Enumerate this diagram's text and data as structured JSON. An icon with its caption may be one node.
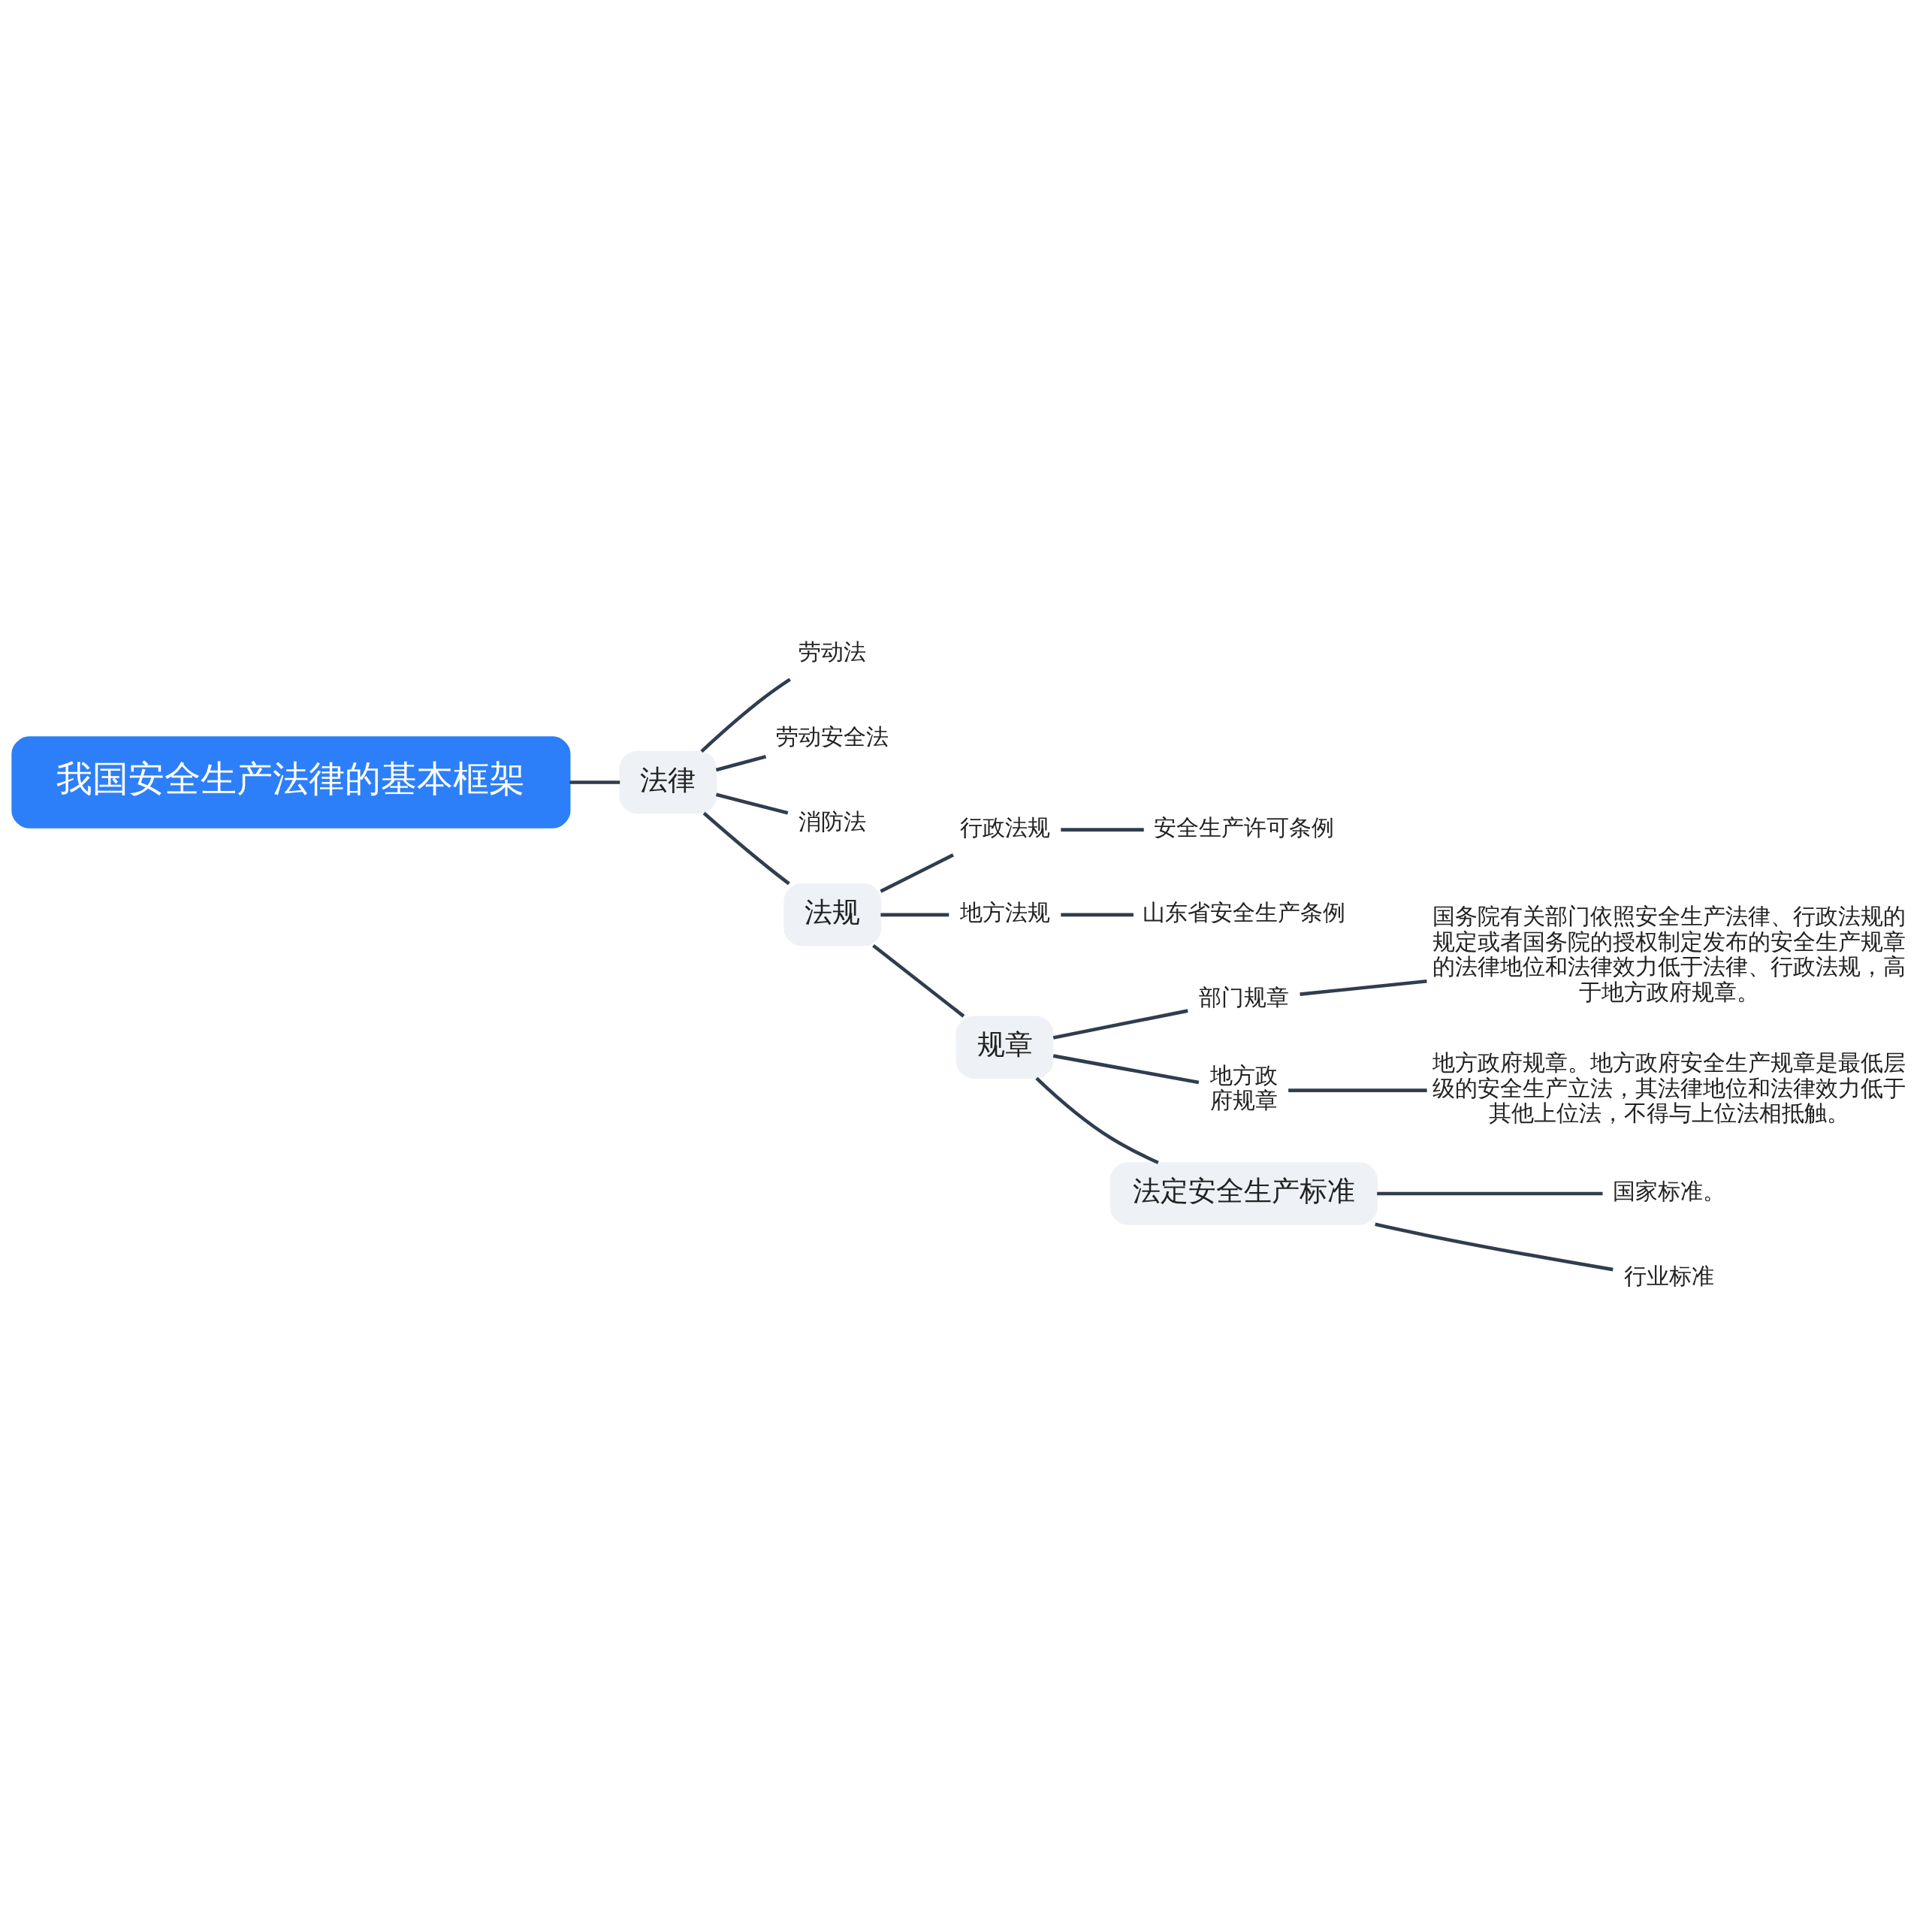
{
  "diagram": {
    "nodes": [
      {
        "text": [
          "我国安全生产法律的基本框架"
        ]
      },
      {
        "text": [
          "法律"
        ]
      },
      {
        "text": [
          "劳动法"
        ]
      },
      {
        "text": [
          "劳动安全法"
        ]
      },
      {
        "text": [
          "消防法"
        ]
      },
      {
        "text": [
          "法规"
        ]
      },
      {
        "text": [
          "行政法规"
        ]
      },
      {
        "text": [
          "安全生产许可条例"
        ]
      },
      {
        "text": [
          "地方法规"
        ]
      },
      {
        "text": [
          "山东省安全生产条例"
        ]
      },
      {
        "text": [
          "规章"
        ]
      },
      {
        "text": [
          "部门规章"
        ]
      },
      {
        "text": [
          "国务院有关部门依照安全生产法律、行政法规的规定或者国务院的授权制定发布的安全生产规章的法律地位和法律效力低于法律、行政法规，高于地方政府规章。"
        ]
      },
      {
        "text": [
          "地方政府规章"
        ]
      },
      {
        "text": [
          "地方政府规章。地方政府安全生产规章是最低层级的安全生产立法，其法律地位和法律效力低于其他上位法，不得与上位法相抵触。"
        ]
      },
      {
        "text": [
          "法定安全生产标准"
        ]
      },
      {
        "text": [
          "国家标准。"
        ]
      },
      {
        "text": [
          "行业标准"
        ]
      }
    ],
    "edges": [
      {
        "from": 0,
        "to": 1,
        "arrow": "none"
      },
      {
        "from": 1,
        "to": 2,
        "arrow": "none"
      },
      {
        "from": 1,
        "to": 3,
        "arrow": "none"
      },
      {
        "from": 1,
        "to": 4,
        "arrow": "none"
      },
      {
        "from": 1,
        "to": 5,
        "arrow": "none"
      },
      {
        "from": 5,
        "to": 6,
        "arrow": "none"
      },
      {
        "from": 6,
        "to": 7,
        "arrow": "none"
      },
      {
        "from": 5,
        "to": 8,
        "arrow": "none"
      },
      {
        "from": 8,
        "to": 9,
        "arrow": "none"
      },
      {
        "from": 5,
        "to": 10,
        "arrow": "none"
      },
      {
        "from": 10,
        "to": 11,
        "arrow": "none"
      },
      {
        "from": 11,
        "to": 12,
        "arrow": "none"
      },
      {
        "from": 10,
        "to": 13,
        "arrow": "none"
      },
      {
        "from": 13,
        "to": 14,
        "arrow": "none"
      },
      {
        "from": 10,
        "to": 15,
        "arrow": "none"
      },
      {
        "from": 15,
        "to": 16,
        "arrow": "none"
      },
      {
        "from": 15,
        "to": 17,
        "arrow": "none"
      }
    ]
  }
}
